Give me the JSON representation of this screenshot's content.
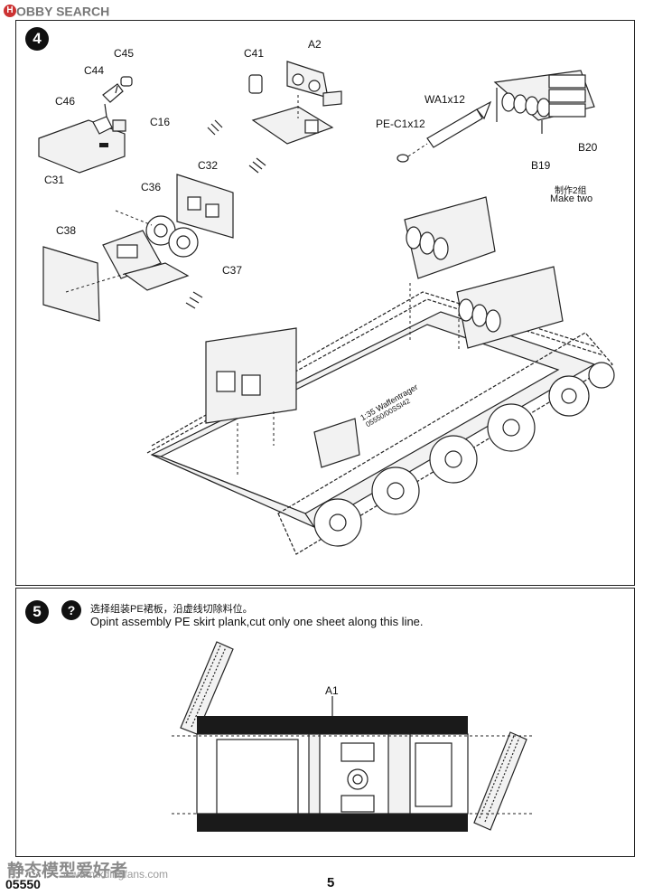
{
  "watermark_top": {
    "brand": "H",
    "text": "OBBY SEARCH"
  },
  "step4": {
    "number": "4",
    "labels": {
      "c45": "C45",
      "c44": "C44",
      "c46": "C46",
      "c16": "C16",
      "c31": "C31",
      "c41": "C41",
      "a2": "A2",
      "c32": "C32",
      "c36": "C36",
      "c38": "C38",
      "c37": "C37",
      "wa1": "WA1x12",
      "pec1": "PE-C1x12",
      "b20": "B20",
      "b19": "B19"
    },
    "make_two_cn": "制作2组",
    "make_two_en": "Make two",
    "hull_text_1": "1:35 Waffentrager",
    "hull_text_2": "05550/00SSI42"
  },
  "step5": {
    "number": "5",
    "info_icon": "?",
    "text_cn": "选择组装PE裙板，沿虚线切除料位。",
    "text_en": "Opint assembly PE skirt plank,cut only one sheet along this line.",
    "label_a1": "A1"
  },
  "footer": {
    "code": "05550",
    "page": "5",
    "watermark_cn": "静态模型爱好者",
    "watermark_url": "www.mxdingfans.com"
  }
}
